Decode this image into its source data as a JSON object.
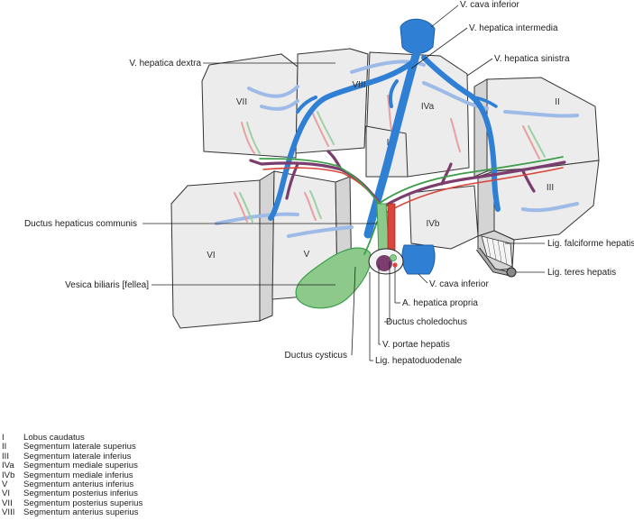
{
  "labels": {
    "vena_cava_inferior_top": "V. cava inferior",
    "v_hepatica_intermedia": "V. hepatica intermedia",
    "v_hepatica_sinistra": "V. hepatica sinistra",
    "v_hepatica_dextra": "V. hepatica dextra",
    "ductus_hepaticus_communis": "Ductus hepaticus communis",
    "lig_falciforme_hepatis": "Lig. falciforme hepatis",
    "lig_teres_hepatis": "Lig. teres hepatis",
    "vesica_biliaris": "Vesica biliaris [fellea]",
    "vena_cava_inferior_bottom": "V. cava inferior",
    "a_hepatica_propria": "A. hepatica propria",
    "ductus_choledochus": "Ductus choledochus",
    "v_portae_hepatis": "V. portae hepatis",
    "ductus_cysticus": "Ductus cysticus",
    "lig_hepatoduodenale": "Lig. hepatoduodenale"
  },
  "segments": {
    "I": "I",
    "II": "II",
    "III": "III",
    "IVa": "IVa",
    "IVb": "IVb",
    "V": "V",
    "VI": "VI",
    "VII": "VII",
    "VIII": "VIII"
  },
  "legend": [
    {
      "num": "I",
      "text": "Lobus caudatus"
    },
    {
      "num": "II",
      "text": "Segmentum laterale superius"
    },
    {
      "num": "III",
      "text": "Segmentum laterale inferius"
    },
    {
      "num": "IVa",
      "text": "Segmentum mediale superius"
    },
    {
      "num": "IVb",
      "text": "Segmentum mediale inferius"
    },
    {
      "num": "V",
      "text": "Segmentum anterius inferius"
    },
    {
      "num": "VI",
      "text": "Segmentum posterius inferius"
    },
    {
      "num": "VII",
      "text": "Segmentum posterius superius"
    },
    {
      "num": "VIII",
      "text": "Segmentum anterius superius"
    }
  ],
  "colors": {
    "hepatic_vein": "#2f7fd4",
    "portal_vein": "#7a3d6e",
    "artery": "#d9453a",
    "bile_duct": "#3e9e4a",
    "gallbladder": "#8cc98a"
  }
}
